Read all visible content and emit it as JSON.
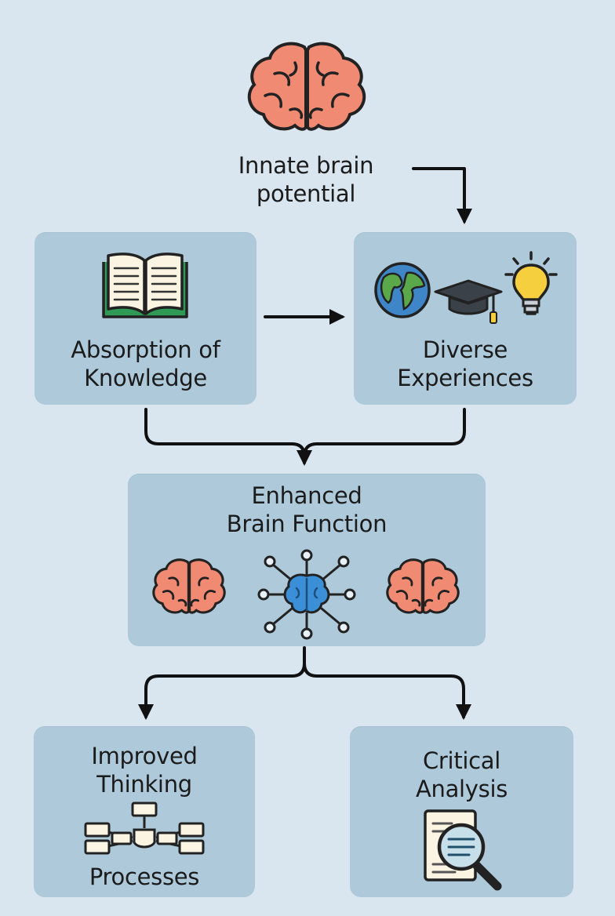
{
  "nodes": {
    "innate": {
      "line1": "Innate brain",
      "line2": "potential"
    },
    "absorption": {
      "line1": "Absorption of",
      "line2": "Knowledge"
    },
    "diverse": {
      "line1": "Diverse",
      "line2": "Experiences"
    },
    "enhanced": {
      "line1": "Enhanced",
      "line2": "Brain Function"
    },
    "improved": {
      "line1": "Improved",
      "line2": "Thinking",
      "line3": "Processes"
    },
    "critical": {
      "line1": "Critical",
      "line2": "Analysis"
    }
  },
  "colors": {
    "background": "#d9e6ef",
    "box": "#adc9da",
    "brain": "#f08a72",
    "globe_water": "#3f86c8",
    "globe_land": "#5aa84a",
    "cap": "#3b4148",
    "bulb": "#f6cf3e",
    "book_cover": "#2e9a55",
    "network": "#3b8fd6",
    "arrow": "#111111"
  },
  "icons": [
    "brain-icon",
    "book-icon",
    "globe-icon",
    "graduation-cap-icon",
    "lightbulb-icon",
    "network-brain-icon",
    "flowchart-icon",
    "document-magnifier-icon"
  ]
}
